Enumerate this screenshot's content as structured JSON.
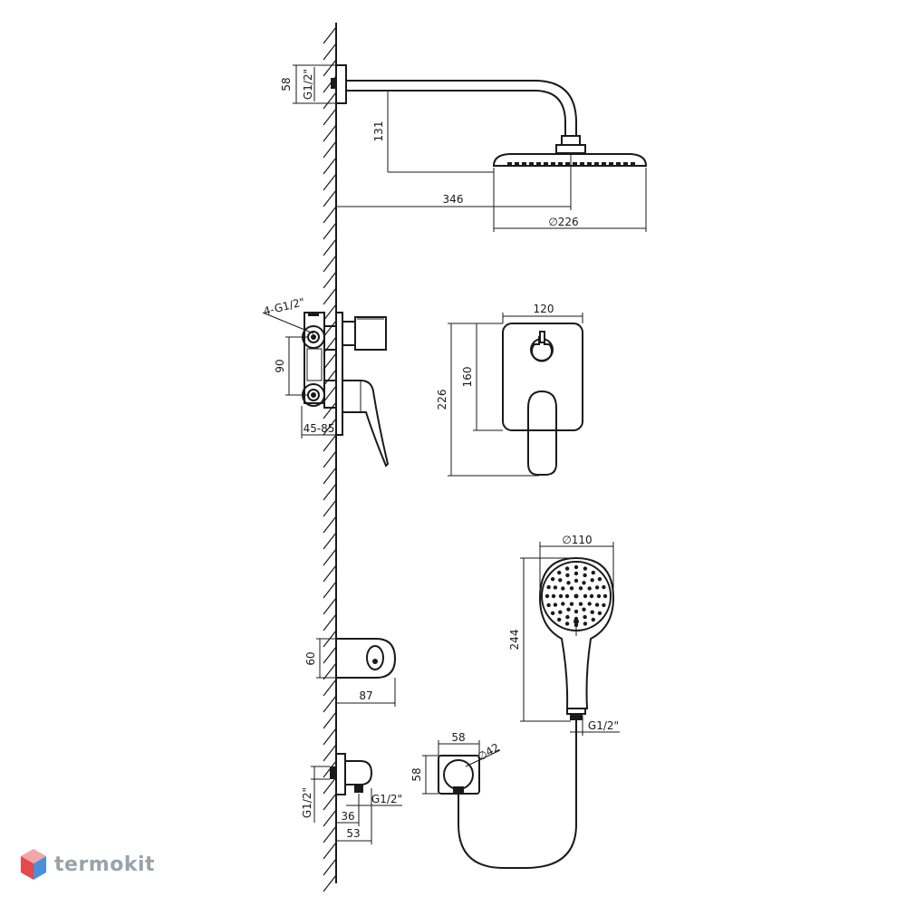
{
  "dimensions": {
    "arm_fitting_height": "58",
    "arm_fitting_thread": "G1/2\"",
    "arm_drop": "131",
    "arm_projection": "346",
    "head_diameter": "∅226",
    "valve_inlets": "4-G1/2\"",
    "valve_spacing": "90",
    "valve_depth": "45-85",
    "plate_width": "120",
    "plate_inner_height": "160",
    "plate_height": "226",
    "spout_height": "60",
    "spout_projection": "87",
    "hand_head_diameter": "∅110",
    "hand_length": "244",
    "hand_thread": "G1/2\"",
    "outlet_width": "58",
    "outlet_height": "58",
    "outlet_round": "∅42",
    "outlet_thread_left": "G1/2\"",
    "outlet_thread_right": "G1/2\"",
    "outlet_depth_small": "36",
    "outlet_depth_large": "53"
  },
  "brand": {
    "name": "termokit",
    "color": "#9aa3ab",
    "logo_colors": [
      "#e5484d",
      "#4a90d9",
      "#f3a6a8",
      "#a9c9ee"
    ]
  },
  "line_color": "#1a1a1a"
}
